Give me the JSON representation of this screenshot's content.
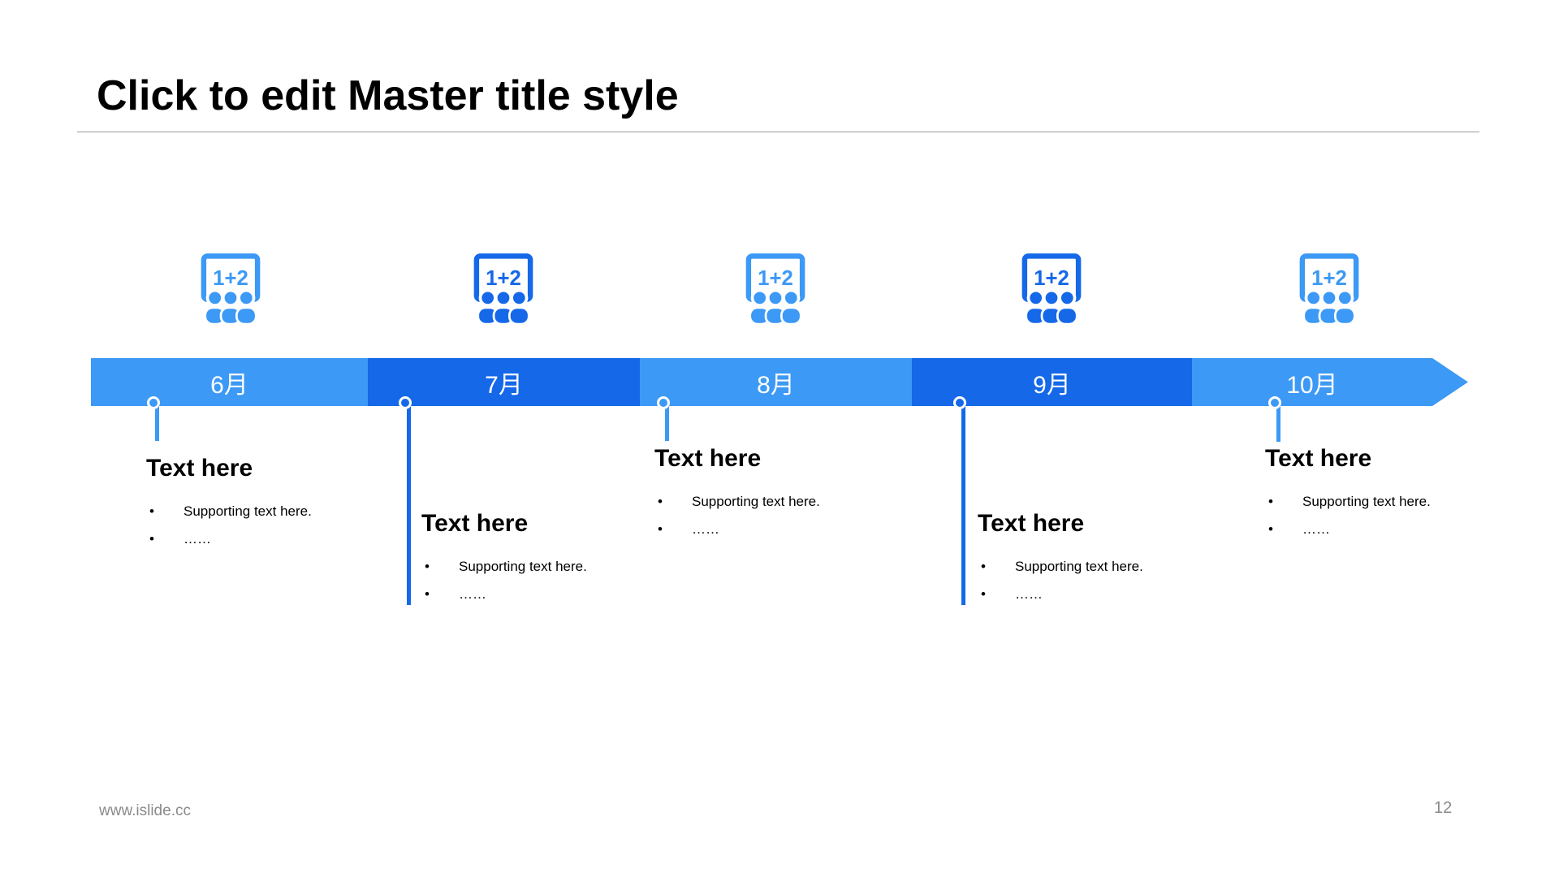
{
  "slide": {
    "title": "Click to edit Master title style",
    "footer": {
      "website": "www.islide.cc",
      "page_number": "12"
    }
  },
  "colors": {
    "light_blue": "#3c99f5",
    "dark_blue": "#1568e8",
    "title_text": "#000000",
    "footer_gray": "#8a8a8a",
    "divider_gray": "#9a9a9a"
  },
  "icon": {
    "name": "classroom-audience-icon",
    "board_text": "1+2"
  },
  "timeline": {
    "months": [
      {
        "label": "6月",
        "tone": "light"
      },
      {
        "label": "7月",
        "tone": "dark"
      },
      {
        "label": "8月",
        "tone": "light"
      },
      {
        "label": "9月",
        "tone": "dark"
      },
      {
        "label": "10月",
        "tone": "light"
      }
    ],
    "entries": [
      {
        "heading": "Text here",
        "bullets": [
          "Supporting text here.",
          "……"
        ]
      },
      {
        "heading": "Text here",
        "bullets": [
          "Supporting text here.",
          "……"
        ]
      },
      {
        "heading": "Text here",
        "bullets": [
          "Supporting text here.",
          "……"
        ]
      },
      {
        "heading": "Text here",
        "bullets": [
          "Supporting text here.",
          "……"
        ]
      },
      {
        "heading": "Text here",
        "bullets": [
          "Supporting text here.",
          "……"
        ]
      }
    ]
  }
}
